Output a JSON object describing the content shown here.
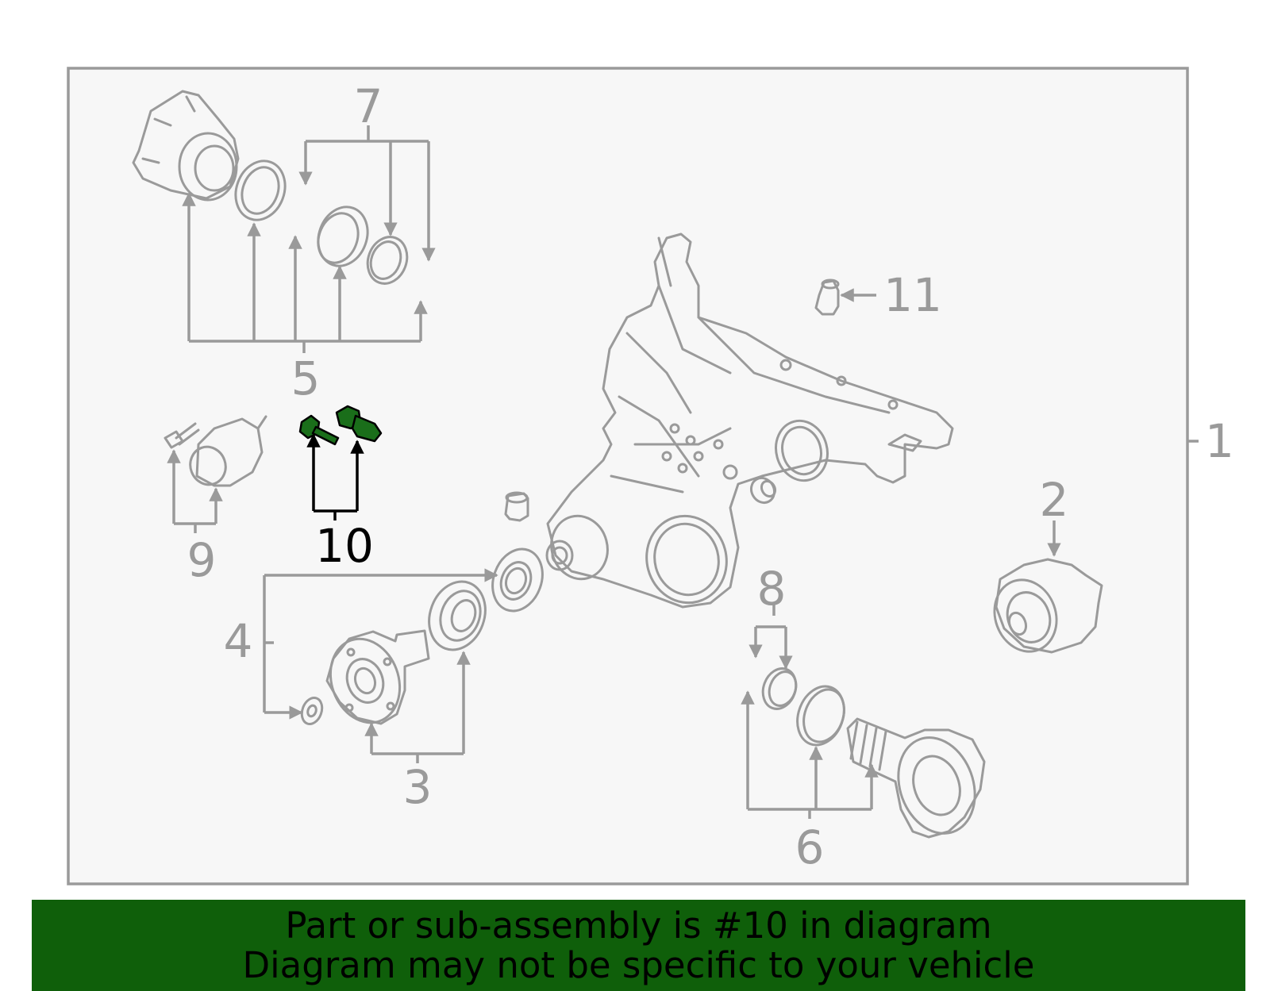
{
  "diagram": {
    "callouts": [
      "1",
      "2",
      "3",
      "4",
      "5",
      "6",
      "7",
      "8",
      "9",
      "10",
      "11"
    ],
    "highlighted_callout": "10",
    "colors": {
      "frame_background": "#f7f7f7",
      "line_art": "#9a9a9a",
      "highlight_part": "#1a6e1a",
      "highlight_leader": "#000000"
    }
  },
  "banner": {
    "line1": "Part or sub-assembly is #10 in diagram",
    "line2": "Diagram may not be specific to your vehicle",
    "background": "#0f5f0a"
  }
}
